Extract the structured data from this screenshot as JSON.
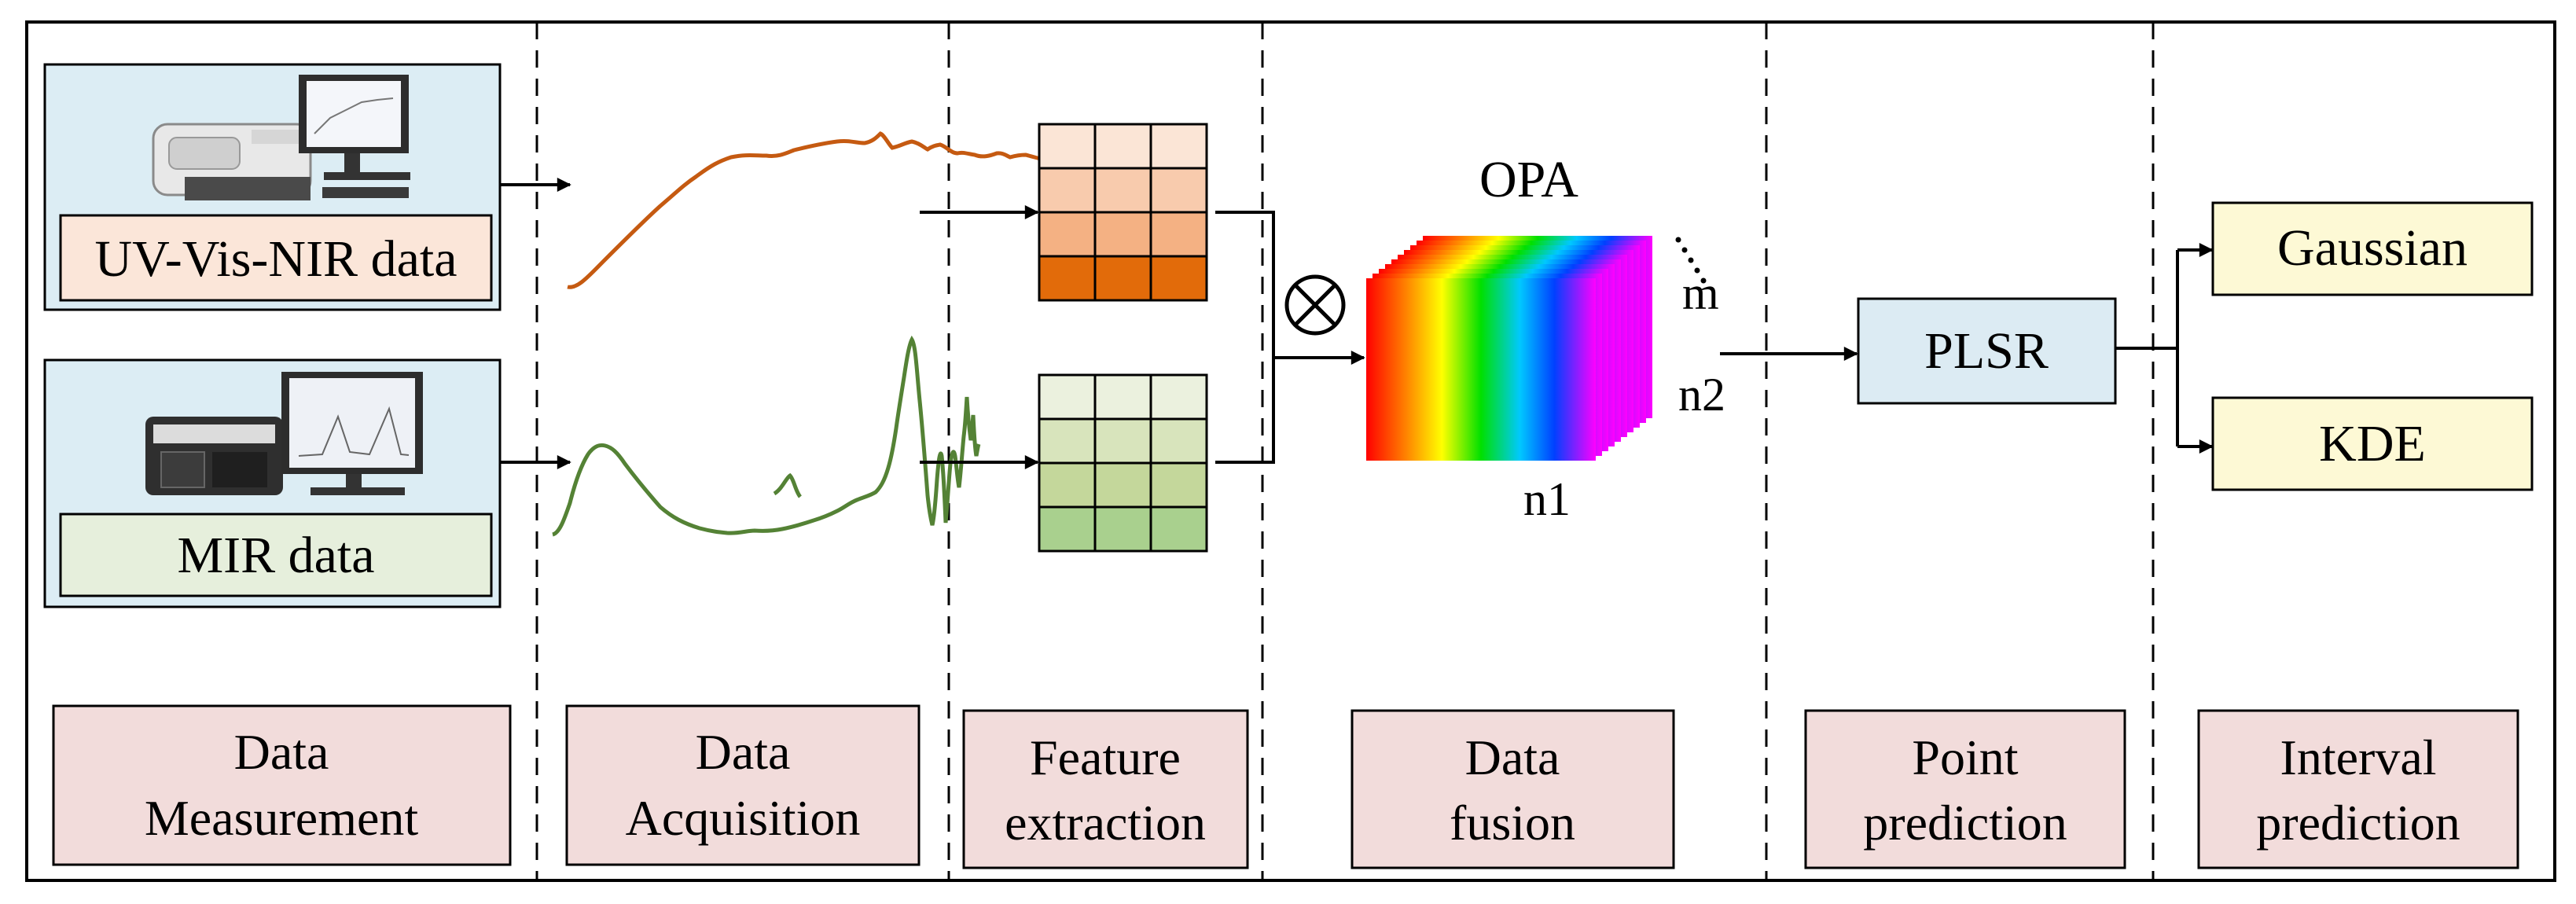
{
  "instruments": {
    "uv": {
      "label": "UV-Vis-NIR data"
    },
    "mir": {
      "label": "MIR data"
    }
  },
  "fusion": {
    "method_label": "OPA",
    "dim_n1": "n1",
    "dim_n2": "n2",
    "dim_m": "m",
    "operator": "⊗"
  },
  "model": {
    "label": "PLSR"
  },
  "outputs": [
    {
      "label": "Gaussian"
    },
    {
      "label": "KDE"
    }
  ],
  "stages": [
    {
      "line1": "Data",
      "line2": "Measurement"
    },
    {
      "line1": "Data",
      "line2": "Acquisition"
    },
    {
      "line1": "Feature",
      "line2": "extraction"
    },
    {
      "line1": "Data",
      "line2": "fusion"
    },
    {
      "line1": "Point",
      "line2": "prediction"
    },
    {
      "line1": "Interval",
      "line2": "prediction"
    }
  ],
  "colors": {
    "instrument_bg": "#dcedf4",
    "uv_label_bg": "#fbe6d9",
    "mir_label_bg": "#e6efdc",
    "uv_curve": "#c55a11",
    "mir_curve": "#548235",
    "stage_bg": "#f2dcdb",
    "model_bg": "#dcebf3",
    "output_bg": "#fdf9d5",
    "uv_matrix_rows": [
      "#fbe5d6",
      "#f8cbad",
      "#f4b183",
      "#e26b0a"
    ],
    "mir_matrix_rows": [
      "#ebf1de",
      "#d8e4bc",
      "#c4d79b",
      "#a9d08e"
    ]
  }
}
